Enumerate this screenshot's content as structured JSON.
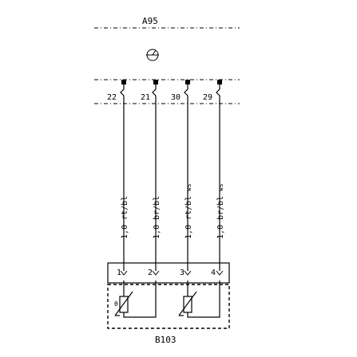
{
  "components": {
    "top": {
      "label": "A95"
    },
    "bottom": {
      "label": "B103"
    }
  },
  "top_pins": [
    {
      "id": "22"
    },
    {
      "id": "21"
    },
    {
      "id": "30"
    },
    {
      "id": "29"
    }
  ],
  "bottom_pins": [
    {
      "id": "1"
    },
    {
      "id": "2"
    },
    {
      "id": "3"
    },
    {
      "id": "4"
    }
  ],
  "wires": [
    {
      "label": "1,0 rt/bl",
      "note": ""
    },
    {
      "label": "1,0 br/bl",
      "note": ""
    },
    {
      "label": "1,0 rt/bl",
      "note": "ws"
    },
    {
      "label": "1,0 br/bl",
      "note": "ws"
    }
  ],
  "sensor_marks": {
    "theta_symbol": "θ"
  }
}
